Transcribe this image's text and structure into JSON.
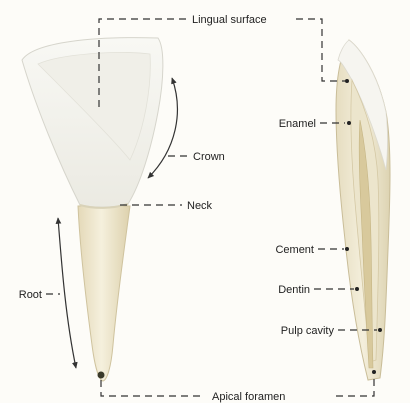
{
  "labels": {
    "lingual_surface": "Lingual surface",
    "crown": "Crown",
    "neck": "Neck",
    "root": "Root",
    "enamel": "Enamel",
    "cement": "Cement",
    "dentin": "Dentin",
    "pulp_cavity": "Pulp cavity",
    "apical_foramen": "Apical foramen"
  },
  "colors": {
    "background": "#fdfcf8",
    "enamel": "#f3f2ec",
    "root": "#ece4c8",
    "leader": "#333333"
  }
}
